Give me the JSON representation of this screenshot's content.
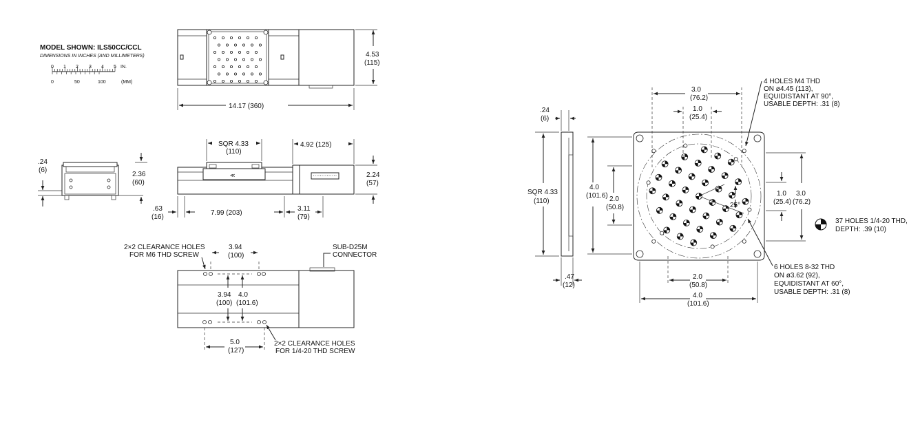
{
  "header": {
    "model_shown": "MODEL SHOWN: ILS50CC/CCL",
    "dimensions_note": "DIMENSIONS IN INCHES (AND MILLIMETERS)"
  },
  "scale": {
    "inch_ticks": [
      "0",
      "1",
      "2",
      "3",
      "4",
      "5"
    ],
    "inch_unit": "IN.",
    "mm_ticks": [
      "0",
      "50",
      "100"
    ],
    "mm_unit": "(MM)"
  },
  "top_view": {
    "height_in": "4.53",
    "height_mm": "(115)",
    "length_in": "14.17 (360)"
  },
  "end_view": {
    "top_in": ".24",
    "top_mm": "(6)"
  },
  "side_view": {
    "sqr_in": "SQR 4.33",
    "sqr_mm": "(110)",
    "conn_len": "4.92 (125)",
    "height_in": "2.36",
    "height_mm": "(60)",
    "right_h_in": "2.24",
    "right_h_mm": "(57)",
    "left_off_in": ".63",
    "left_off_mm": "(16)",
    "base_len": "7.99 (203)",
    "right_len_in": "3.11",
    "right_len_mm": "(79)"
  },
  "bottom_view": {
    "m6_line1": "2×2 CLEARANCE HOLES",
    "m6_line2": "FOR M6 THD SCREW",
    "m6_sp_in": "3.94",
    "m6_sp_mm": "(100)",
    "v1_in": "3.94",
    "v1_mm": "(100)",
    "v2_in": "4.0",
    "v2_mm": "(101.6)",
    "conn_line1": "SUB-D25M",
    "conn_line2": "CONNECTOR",
    "hsp_in": "5.0",
    "hsp_mm": "(127)",
    "q_line1": "2×2 CLEARANCE HOLES",
    "q_line2": "FOR 1/4-20 THD SCREW"
  },
  "carriage_side": {
    "top_in": ".24",
    "top_mm": "(6)",
    "sqr_in": "SQR 4.33",
    "sqr_mm": "(110)",
    "bot_in": ".47",
    "bot_mm": "(12)"
  },
  "carriage_top": {
    "w_in": "3.0",
    "w_mm": "(76.2)",
    "i_in": "1.0",
    "i_mm": "(25.4)",
    "m4_l1": "4 HOLES M4 THD",
    "m4_l2": "ON ø4.45 (113),",
    "m4_l3": "EQUIDISTANT AT 90°,",
    "m4_l4": "USABLE DEPTH: .31 (8)",
    "lh_in": "4.0",
    "lh_mm": "(101.6)",
    "lh2_in": "2.0",
    "lh2_mm": "(50.8)",
    "rh1_in": "1.0",
    "rh1_mm": "(25.4)",
    "rh2_in": "3.0",
    "rh2_mm": "(76.2)",
    "angle": "25°",
    "holes37_l1": "37 HOLES 1/4-20 THD,",
    "holes37_l2": "DEPTH: .39 (10)",
    "h832_l1": "6 HOLES 8-32 THD",
    "h832_l2": "ON ø3.62 (92),",
    "h832_l3": "EQUIDISTANT AT 60°,",
    "h832_l4": "USABLE DEPTH: .31 (8)",
    "b2_in": "2.0",
    "b2_mm": "(50.8)",
    "b4_in": "4.0",
    "b4_mm": "(101.6)"
  }
}
